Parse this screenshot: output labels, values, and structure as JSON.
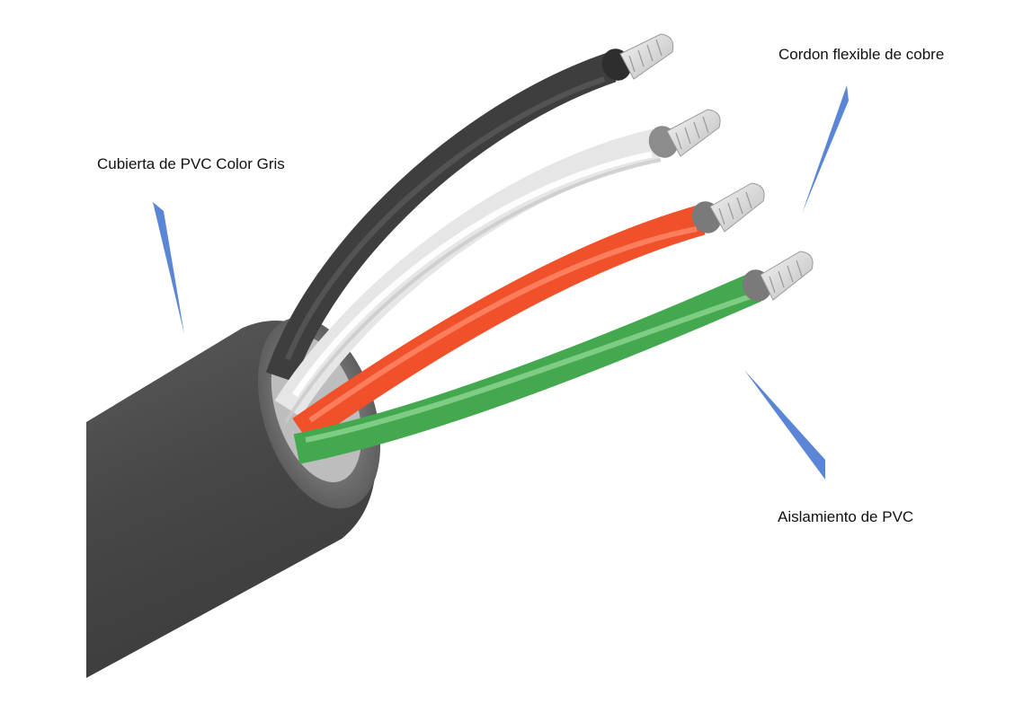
{
  "labels": {
    "jacket": "Cubierta de PVC Color Gris",
    "conductor": "Cordon flexible de cobre",
    "insulation": "Aislamiento de PVC"
  },
  "colors": {
    "jacket": "#4a4a4a",
    "wire_black": "#3e3e3e",
    "wire_white": "#e6e6e6",
    "wire_red": "#f0502a",
    "wire_green": "#43a84e",
    "copper_strands": "#d8d8d8",
    "pointer": "#5b86d6"
  },
  "icons": {
    "pointer": "leader-spike-icon"
  }
}
